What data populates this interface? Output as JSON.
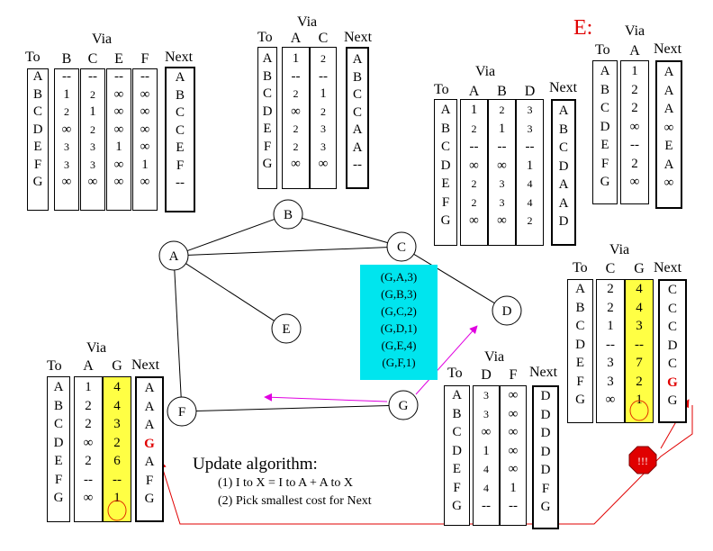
{
  "graph": {
    "nodes": [
      "A",
      "B",
      "C",
      "D",
      "E",
      "F",
      "G"
    ],
    "edges": [
      [
        "A",
        "B"
      ],
      [
        "A",
        "C"
      ],
      [
        "A",
        "E"
      ],
      [
        "A",
        "F"
      ],
      [
        "B",
        "C"
      ],
      [
        "C",
        "D"
      ],
      [
        "F",
        "G"
      ]
    ]
  },
  "message_box": {
    "lines": [
      "(G,A,3)",
      "(G,B,3)",
      "(G,C,2)",
      "(G,D,1)",
      "(G,E,4)",
      "(G,F,1)"
    ],
    "color": "#00e5ee"
  },
  "tables": {
    "A": {
      "to_label": "To",
      "via_label": "Via",
      "next_label": "Next",
      "to": [
        "A",
        "B",
        "C",
        "D",
        "E",
        "F",
        "G"
      ],
      "via": [
        {
          "name": "B",
          "values": [
            "--",
            "1",
            "2",
            "∞",
            "3",
            "3",
            "∞"
          ]
        },
        {
          "name": "C",
          "values": [
            "--",
            "2",
            "1",
            "2",
            "3",
            "3",
            "∞"
          ]
        },
        {
          "name": "E",
          "values": [
            "--",
            "∞",
            "∞",
            "∞",
            "1",
            "∞",
            "∞"
          ]
        },
        {
          "name": "F",
          "values": [
            "--",
            "∞",
            "∞",
            "∞",
            "∞",
            "1",
            "∞"
          ]
        }
      ],
      "next": [
        "A",
        "B",
        "C",
        "C",
        "E",
        "F",
        "--"
      ]
    },
    "B": {
      "to_label": "To",
      "via_label": "Via",
      "next_label": "Next",
      "to": [
        "A",
        "B",
        "C",
        "D",
        "E",
        "F",
        "G"
      ],
      "via": [
        {
          "name": "A",
          "values": [
            "1",
            "--",
            "2",
            "∞",
            "2",
            "2",
            "∞"
          ]
        },
        {
          "name": "C",
          "values": [
            "2",
            "--",
            "1",
            "2",
            "3",
            "3",
            "∞"
          ]
        }
      ],
      "next": [
        "A",
        "B",
        "C",
        "C",
        "A",
        "A",
        "--"
      ]
    },
    "C": {
      "to_label": "To",
      "via_label": "Via",
      "next_label": "Next",
      "to": [
        "A",
        "B",
        "C",
        "D",
        "E",
        "F",
        "G"
      ],
      "via": [
        {
          "name": "A",
          "values": [
            "1",
            "2",
            "--",
            "∞",
            "2",
            "2",
            "∞"
          ]
        },
        {
          "name": "B",
          "values": [
            "2",
            "1",
            "--",
            "∞",
            "3",
            "3",
            "∞"
          ]
        },
        {
          "name": "D",
          "values": [
            "3",
            "3",
            "--",
            "1",
            "4",
            "4",
            "2"
          ]
        }
      ],
      "next": [
        "A",
        "B",
        "C",
        "D",
        "A",
        "A",
        "D"
      ]
    },
    "E": {
      "title": "E:",
      "to_label": "To",
      "via_label": "Via",
      "next_label": "Next",
      "to": [
        "A",
        "B",
        "C",
        "D",
        "E",
        "F",
        "G"
      ],
      "via": [
        {
          "name": "A",
          "values": [
            "1",
            "2",
            "2",
            "∞",
            "--",
            "2",
            "∞"
          ]
        }
      ],
      "next": [
        "A",
        "A",
        "A",
        "∞",
        "E",
        "A",
        "∞"
      ]
    },
    "D": {
      "to_label": "To",
      "via_label": "Via",
      "next_label": "Next",
      "to": [
        "A",
        "B",
        "C",
        "D",
        "E",
        "F",
        "G"
      ],
      "via": [
        {
          "name": "C",
          "values": [
            "2",
            "2",
            "1",
            "--",
            "3",
            "3",
            "∞"
          ]
        },
        {
          "name": "G",
          "values": [
            "4",
            "4",
            "3",
            "--",
            "7",
            "2",
            "1"
          ],
          "highlight": true
        }
      ],
      "next": [
        "C",
        "C",
        "C",
        "D",
        "C",
        "G",
        "G"
      ],
      "changed_next_row": 5
    },
    "F": {
      "to_label": "To",
      "via_label": "Via",
      "next_label": "Next",
      "to": [
        "A",
        "B",
        "C",
        "D",
        "E",
        "F",
        "G"
      ],
      "via": [
        {
          "name": "A",
          "values": [
            "1",
            "2",
            "2",
            "∞",
            "2",
            "--",
            "∞"
          ]
        },
        {
          "name": "G",
          "values": [
            "4",
            "4",
            "3",
            "2",
            "6",
            "--",
            "1"
          ],
          "highlight": true
        }
      ],
      "next": [
        "A",
        "A",
        "A",
        "G",
        "A",
        "F",
        "G"
      ],
      "changed_next_row": 3
    },
    "G": {
      "to_label": "To",
      "via_label": "Via",
      "next_label": "Next",
      "to": [
        "A",
        "B",
        "C",
        "D",
        "E",
        "F",
        "G"
      ],
      "via": [
        {
          "name": "D",
          "values": [
            "3",
            "3",
            "∞",
            "1",
            "4",
            "4",
            "--"
          ]
        },
        {
          "name": "F",
          "values": [
            "∞",
            "∞",
            "∞",
            "∞",
            "∞",
            "1",
            "--"
          ]
        }
      ],
      "next": [
        "D",
        "D",
        "D",
        "D",
        "D",
        "F",
        "G"
      ]
    }
  },
  "algorithm": {
    "title": "Update algorithm:",
    "step1": "(1) I to X = I to A + A to X",
    "step2": "(2) Pick smallest cost for Next"
  },
  "alert": {
    "text": "!!!",
    "color": "#e00000"
  },
  "colors": {
    "highlight": "#ffff44",
    "changed": "#e00000",
    "message_arrow": "#e000e0"
  }
}
